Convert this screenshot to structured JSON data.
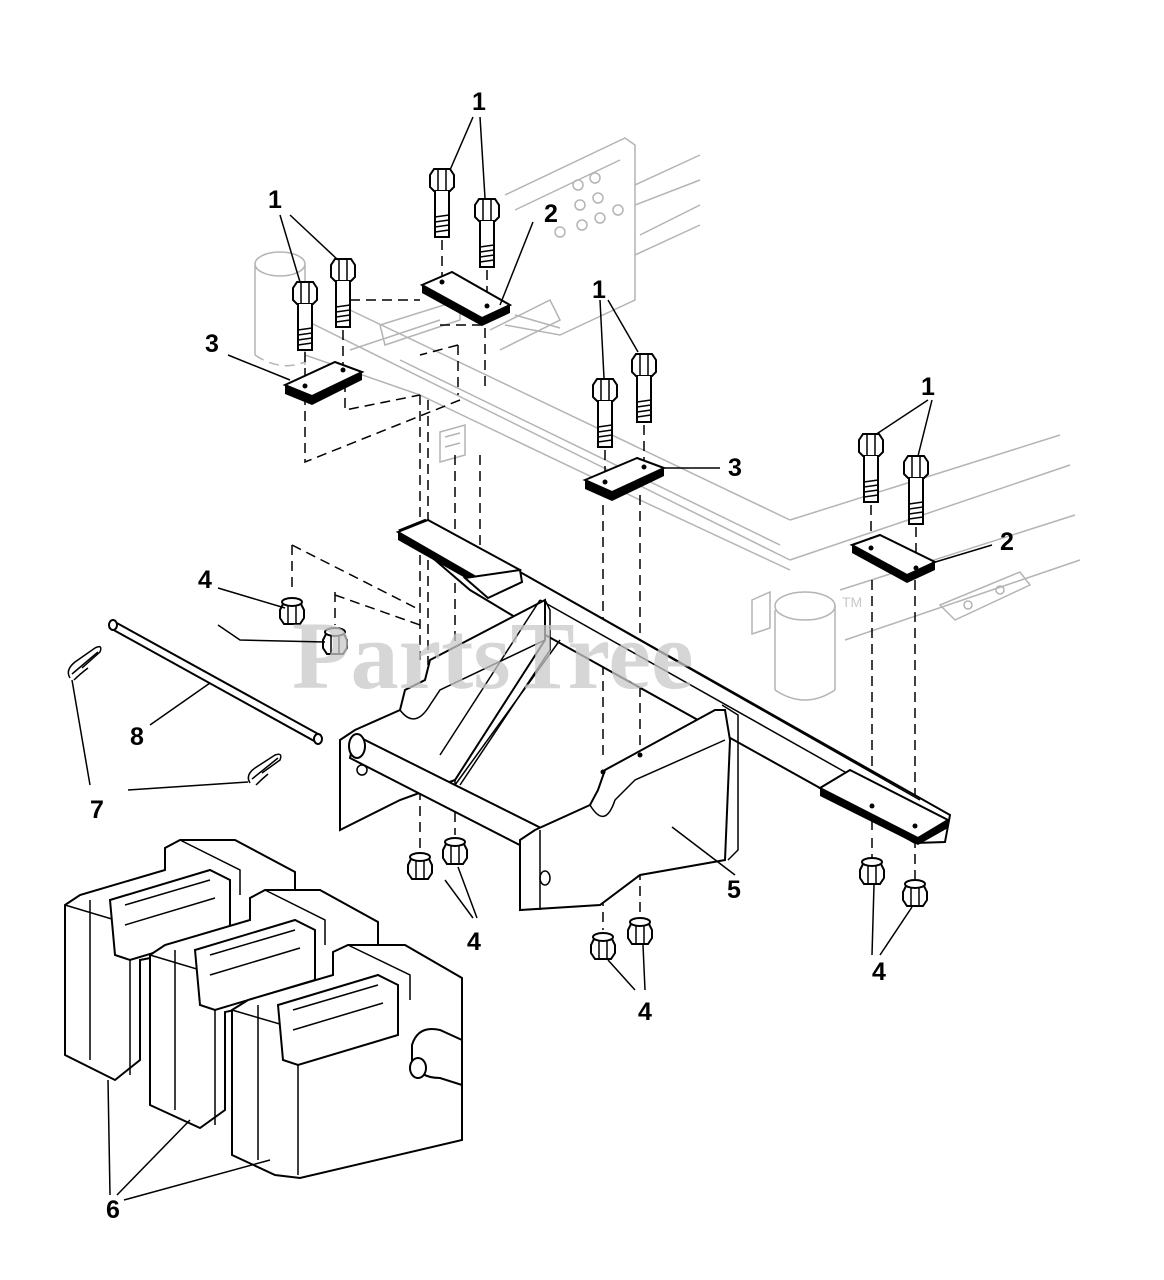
{
  "watermark": {
    "text": "PartsTree",
    "trademark": "TM"
  },
  "callouts": {
    "c1a": "1",
    "c1b": "1",
    "c1c": "1",
    "c1d": "1",
    "c2a": "2",
    "c2b": "2",
    "c3a": "3",
    "c3b": "3",
    "c4a": "4",
    "c4b": "4",
    "c4c": "4",
    "c4d": "4",
    "c5": "5",
    "c6": "6",
    "c7": "7",
    "c8": "8"
  },
  "colors": {
    "line": "#000000",
    "ghost": "#b4b4b4",
    "watermark": "#c8c8c8",
    "background": "#ffffff"
  }
}
